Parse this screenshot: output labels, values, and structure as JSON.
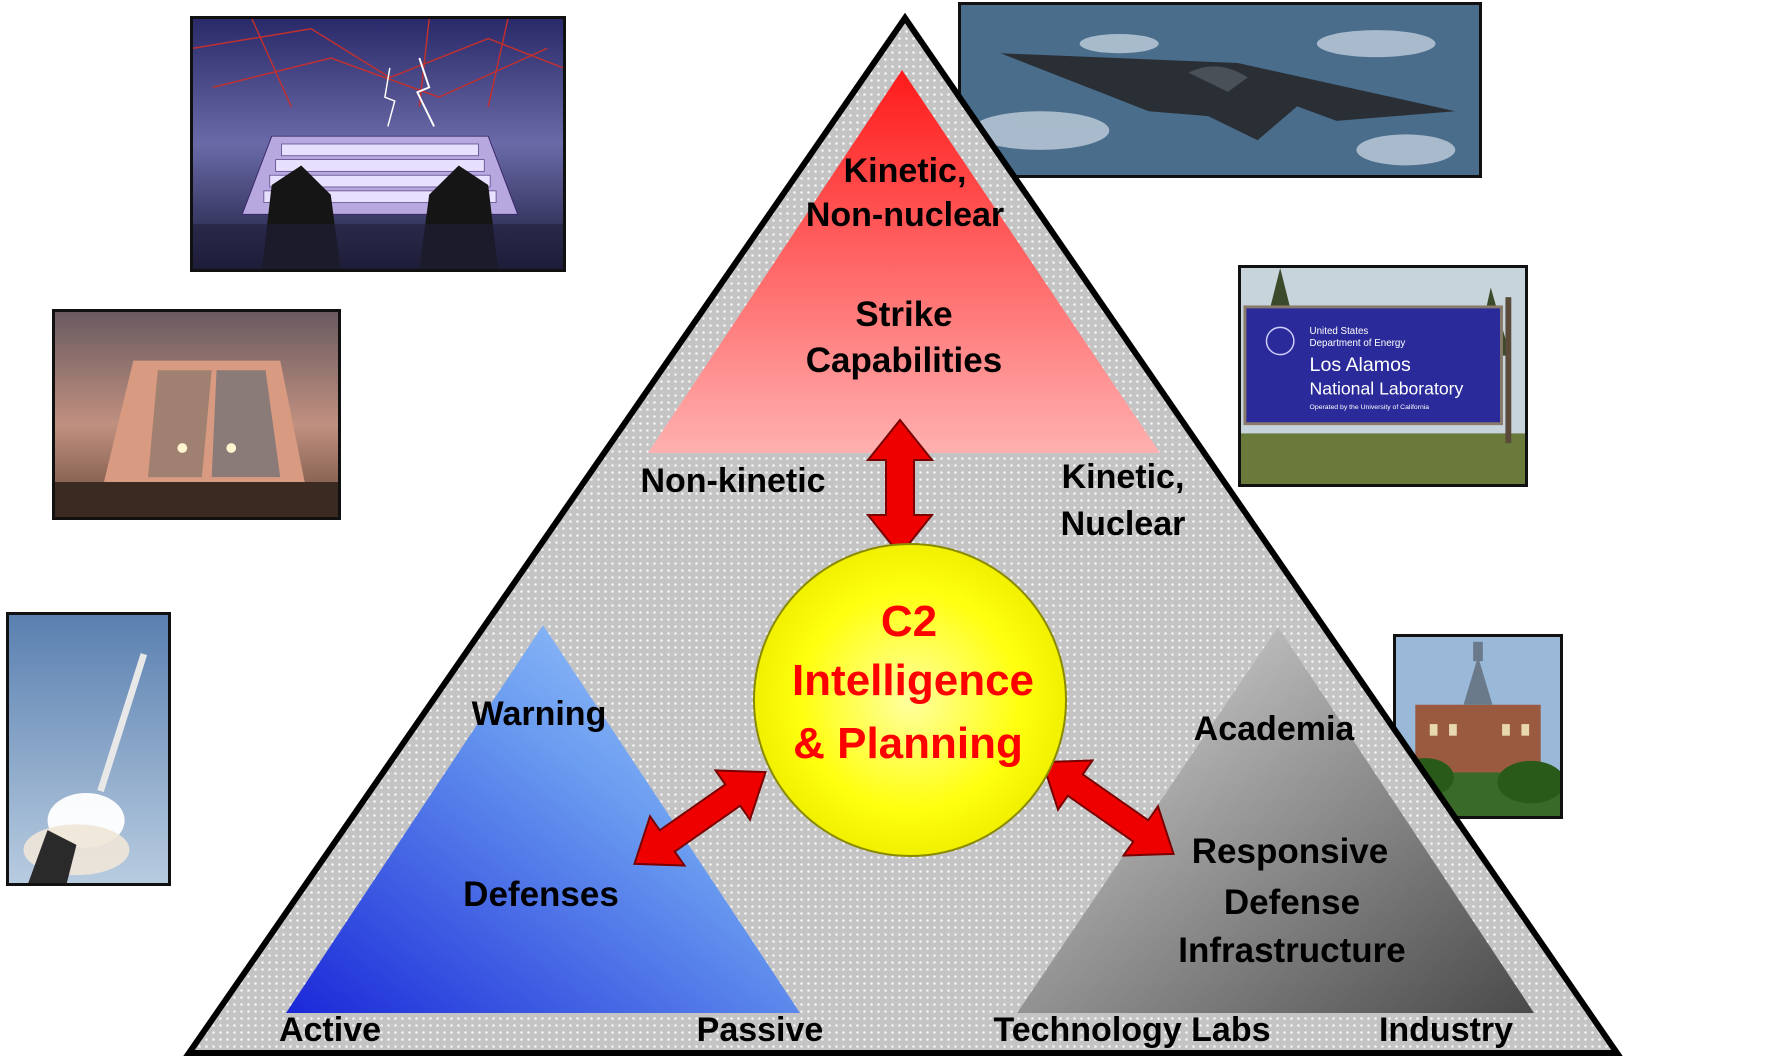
{
  "strike": {
    "line1": "Kinetic,",
    "line2": "Non-nuclear",
    "title1": "Strike",
    "title2": "Capabilities",
    "corner_left": "Non-kinetic",
    "corner_right1": "Kinetic,",
    "corner_right2": "Nuclear"
  },
  "center": {
    "line1": "C2",
    "line2": "Intelligence",
    "line3": "& Planning"
  },
  "defenses": {
    "top": "Warning",
    "title": "Defenses",
    "corner_left": "Active",
    "corner_right": "Passive"
  },
  "infrastructure": {
    "top": "Academia",
    "title1": "Responsive",
    "title2": "Defense",
    "title3": "Infrastructure",
    "corner_left": "Technology Labs",
    "corner_right": "Industry"
  },
  "photos": {
    "sign_line1": "United States",
    "sign_line2": "Department of Energy",
    "sign_line3": "Los Alamos",
    "sign_line4": "National Laboratory",
    "sign_line5": "Operated by the University of California"
  },
  "colors": {
    "strike_red": "#ff2a2a",
    "defense_blue": "#1f33e0",
    "infra_gray": "#555555",
    "center_yellow": "#ffff00",
    "arrow_red": "#ee0000"
  }
}
